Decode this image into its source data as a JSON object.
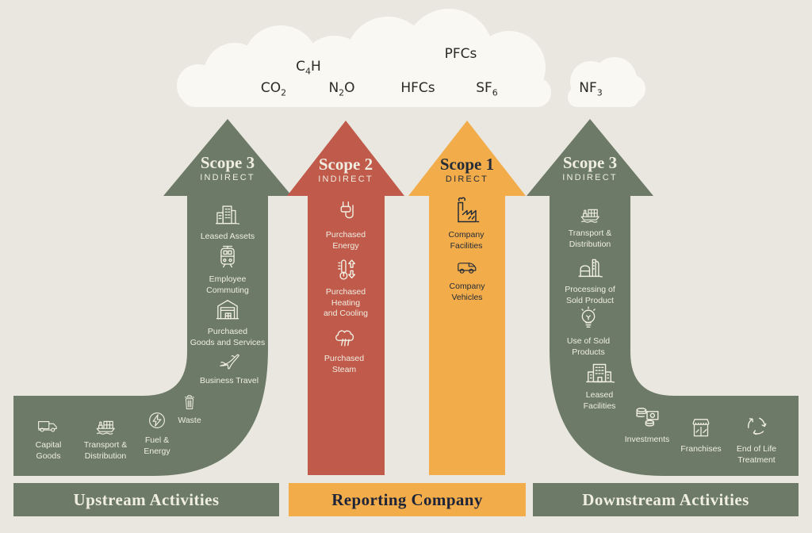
{
  "colors": {
    "green": "#6c7a67",
    "red": "#c05a4b",
    "yellow": "#f2ac4a",
    "bg": "#e9e7df",
    "cloud": "#faf8f2",
    "cream": "#f0eee1",
    "dark": "#242c38",
    "navy": "#1d2438",
    "ink": "#2b2b26"
  },
  "cloud": {
    "gases": [
      {
        "pre": "CO",
        "sub": "2",
        "post": ""
      },
      {
        "pre": "C",
        "sub": "4",
        "post": "H"
      },
      {
        "pre": "N",
        "sub": "2",
        "post": "O"
      },
      {
        "pre": "HFCs",
        "sub": "",
        "post": ""
      },
      {
        "pre": "PFCs",
        "sub": "",
        "post": ""
      },
      {
        "pre": "SF",
        "sub": "6",
        "post": ""
      },
      {
        "pre": "NF",
        "sub": "3",
        "post": ""
      }
    ]
  },
  "arrows": {
    "upstream_scope3": {
      "title": "Scope 3",
      "subtitle": "INDIRECT",
      "column_items": [
        {
          "icon": "buildings-icon",
          "label": "Leased Assets"
        },
        {
          "icon": "tram-icon",
          "label": "Employee\nCommuting"
        },
        {
          "icon": "warehouse-icon",
          "label": "Purchased\nGoods and Services"
        },
        {
          "icon": "airplane-icon",
          "label": "Business Travel"
        }
      ],
      "arm_items": [
        {
          "icon": "trash-bin-icon",
          "label": "Waste"
        },
        {
          "icon": "lightning-circle-icon",
          "label": "Fuel &\nEnergy"
        },
        {
          "icon": "cargo-ship-icon",
          "label": "Transport &\nDistribution"
        },
        {
          "icon": "truck-icon",
          "label": "Capital\nGoods"
        }
      ]
    },
    "scope2": {
      "title": "Scope 2",
      "subtitle": "INDIRECT",
      "items": [
        {
          "icon": "plug-icon",
          "label": "Purchased\nEnergy"
        },
        {
          "icon": "thermometer-icon",
          "label": "Purchased\nHeating\nand Cooling"
        },
        {
          "icon": "steam-icon",
          "label": "Purchased\nSteam"
        }
      ]
    },
    "scope1": {
      "title": "Scope 1",
      "subtitle": "DIRECT",
      "items": [
        {
          "icon": "factory-icon",
          "label": "Company\nFacilities"
        },
        {
          "icon": "van-icon",
          "label": "Company\nVehicles"
        }
      ]
    },
    "downstream_scope3": {
      "title": "Scope 3",
      "subtitle": "INDIRECT",
      "column_items": [
        {
          "icon": "cargo-ship-icon",
          "label": "Transport &\nDistribution"
        },
        {
          "icon": "refinery-icon",
          "label": "Processing of\nSold Product"
        },
        {
          "icon": "bulb-icon",
          "label": "Use of Sold\nProducts"
        },
        {
          "icon": "office-icon",
          "label": "Leased\nFacilities"
        }
      ],
      "arm_items": [
        {
          "icon": "coins-icon",
          "label": "Investments"
        },
        {
          "icon": "storefront-icon",
          "label": "Franchises"
        },
        {
          "icon": "recycle-icon",
          "label": "End of Life\nTreatment"
        }
      ]
    }
  },
  "footer": {
    "upstream": "Upstream Activities",
    "reporting": "Reporting Company",
    "downstream": "Downstream Activities"
  }
}
